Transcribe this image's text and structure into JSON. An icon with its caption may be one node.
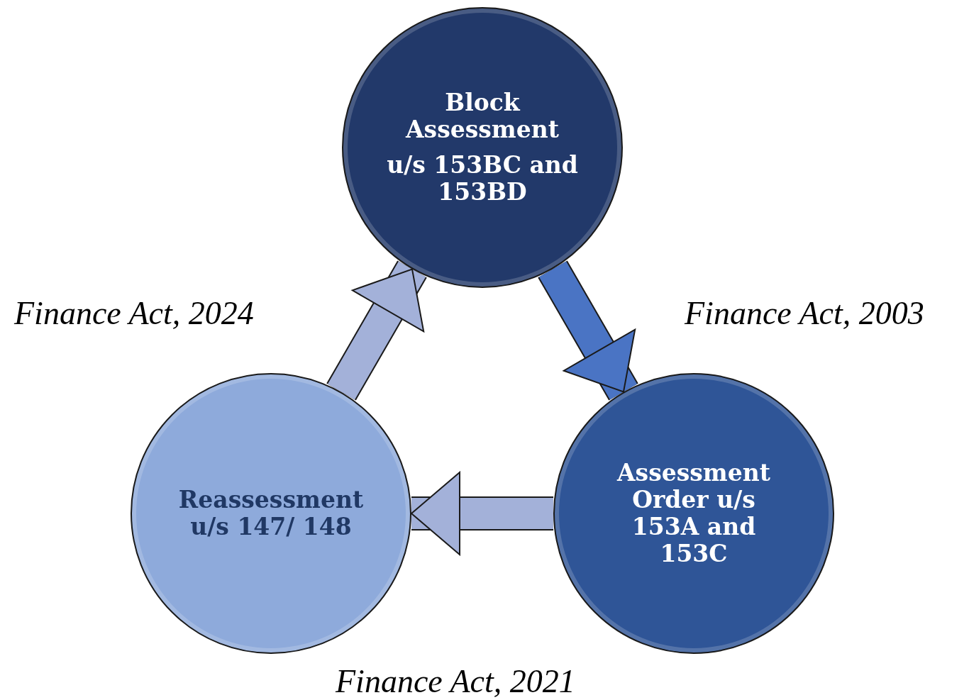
{
  "diagram": {
    "nodes": [
      {
        "text": [
          "Block Assessment",
          "u/s 153BC and 153BD"
        ]
      },
      {
        "text": [
          "Assessment Order u/s 153A and 153C"
        ]
      },
      {
        "text": [
          "Reassessment u/s 147/ 148"
        ]
      }
    ],
    "edges": [
      {
        "from": 0,
        "to": 1,
        "arrow": "to",
        "color": "#4a74c4"
      },
      {
        "from": 1,
        "to": 2,
        "arrow": "to"
      },
      {
        "from": 2,
        "to": 0,
        "arrow": "to"
      }
    ],
    "labels": [
      "Finance Act, 2024",
      "Finance Act, 2003",
      "Finance Act, 2021"
    ]
  }
}
